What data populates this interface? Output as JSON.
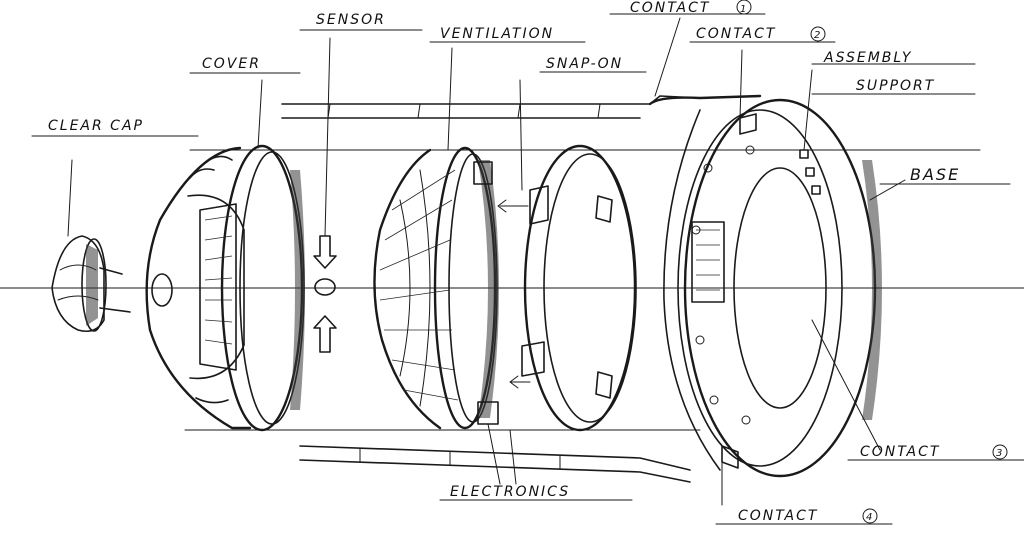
{
  "labels": {
    "sensor": "SENSOR",
    "ventilation": "VENTILATION",
    "contact1": "CONTACT",
    "contact1_num": "1",
    "contact2": "CONTACT",
    "contact2_num": "2",
    "snap_on": "SNAP-ON",
    "assembly_support_line1": "ASSEMBLY",
    "assembly_support_line2": "SUPPORT",
    "cover": "COVER",
    "clear_cap": "CLEAR CAP",
    "base": "BASE",
    "electronics": "ELECTRONICS",
    "contact3": "CONTACT",
    "contact3_num": "3",
    "contact4": "CONTACT",
    "contact4_num": "4"
  }
}
